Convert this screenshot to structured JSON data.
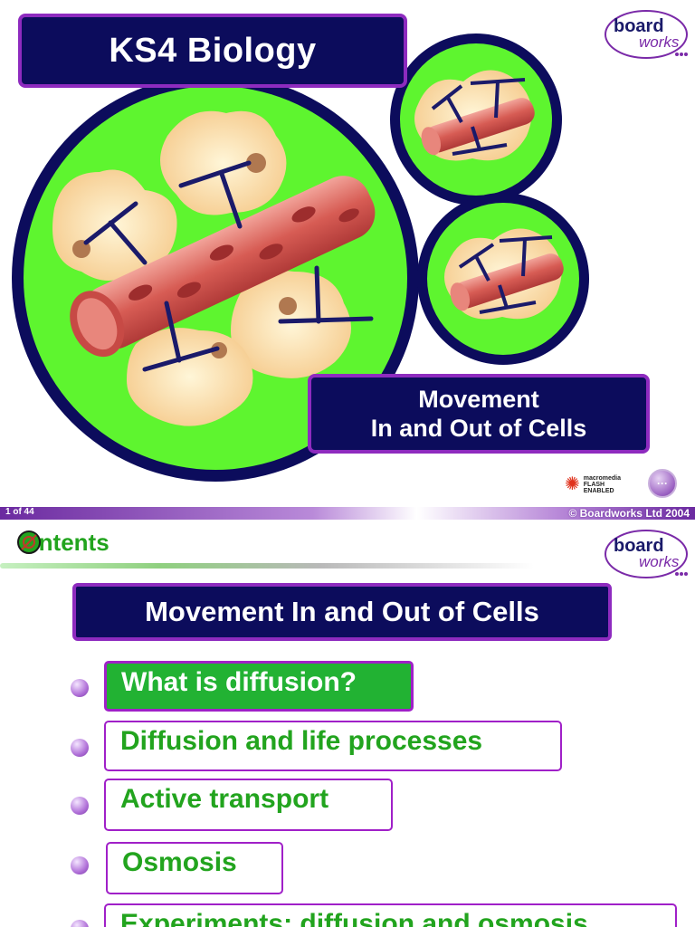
{
  "slide1": {
    "title": "KS4 Biology",
    "subtitle_line1": "Movement",
    "subtitle_line2": "In and Out of Cells",
    "logo_word1": "board",
    "logo_word2": "works",
    "flash_badge_line1": "macromedia",
    "flash_badge_line2": "FLASH",
    "flash_badge_line3": "ENABLED",
    "next_button_icon": "next-arrow-icon",
    "next_button_glyph": "···"
  },
  "footer": {
    "slide_number": "1 of 44",
    "copyright": "© Boardworks Ltd 2004"
  },
  "slide2": {
    "heading": "Contents",
    "heading_visible": "ntents",
    "logo_word1": "board",
    "logo_word2": "works",
    "section_title": "Movement In and Out of Cells",
    "menu": [
      {
        "label": "What is diffusion?",
        "active": true
      },
      {
        "label": "Diffusion and life processes",
        "active": false
      },
      {
        "label": "Active transport",
        "active": false
      },
      {
        "label": "Osmosis",
        "active": false
      },
      {
        "label": "Experiments: diffusion and osmosis",
        "active": false
      }
    ]
  },
  "colors": {
    "navy": "#0c0c5c",
    "purple_border": "#8e2bbf",
    "lime": "#5ef52f",
    "green_text": "#22a41e",
    "active_green": "#22b233"
  }
}
